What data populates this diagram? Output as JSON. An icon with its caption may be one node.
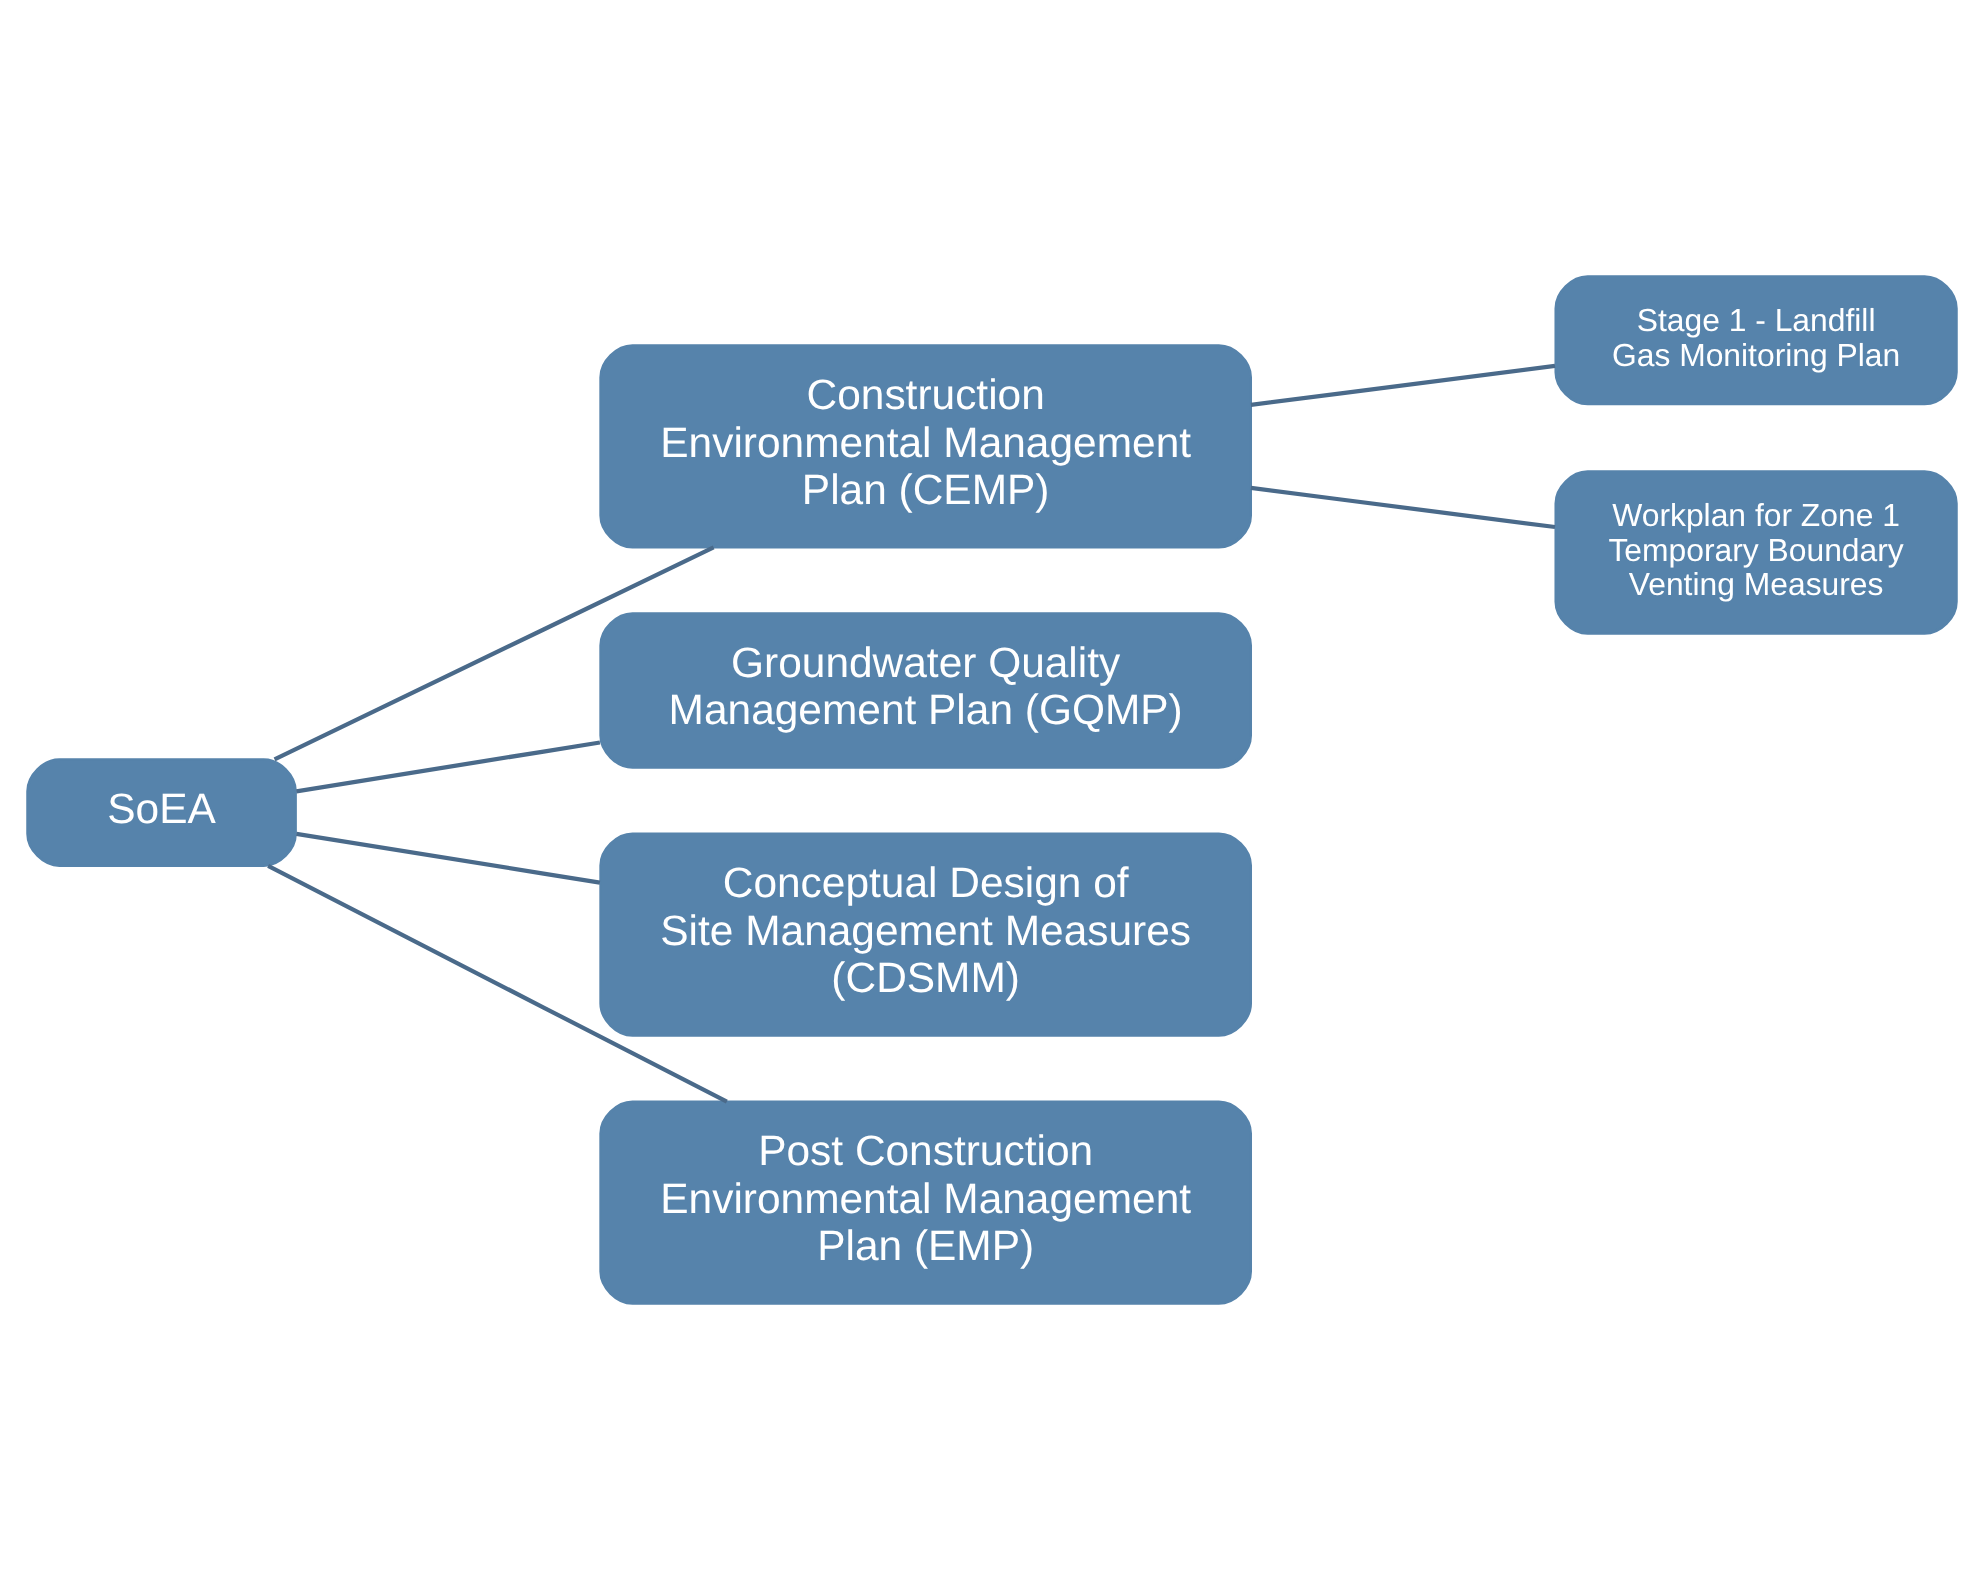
{
  "diagram": {
    "nodes": [
      {
        "text": [
          "SoEA"
        ]
      },
      {
        "text": [
          "Construction Environmental Management Plan (CEMP)"
        ]
      },
      {
        "text": [
          "Groundwater Quality Management Plan (GQMP)"
        ]
      },
      {
        "text": [
          "Conceptual Design of Site Management Measures (CDSMM)"
        ]
      },
      {
        "text": [
          "Post Construction Environmental Management Plan (EMP)"
        ]
      },
      {
        "text": [
          "Stage 1 - Landfill Gas Monitoring Plan"
        ]
      },
      {
        "text": [
          "Workplan for Zone 1 Temporary Boundary Venting Measures"
        ]
      }
    ],
    "edges": [
      {
        "from": 0,
        "to": 1,
        "arrow": "none"
      },
      {
        "from": 0,
        "to": 2,
        "arrow": "none"
      },
      {
        "from": 0,
        "to": 3,
        "arrow": "none"
      },
      {
        "from": 0,
        "to": 4,
        "arrow": "none"
      },
      {
        "from": 1,
        "to": 5,
        "arrow": "none"
      },
      {
        "from": 1,
        "to": 6,
        "arrow": "none"
      }
    ]
  }
}
